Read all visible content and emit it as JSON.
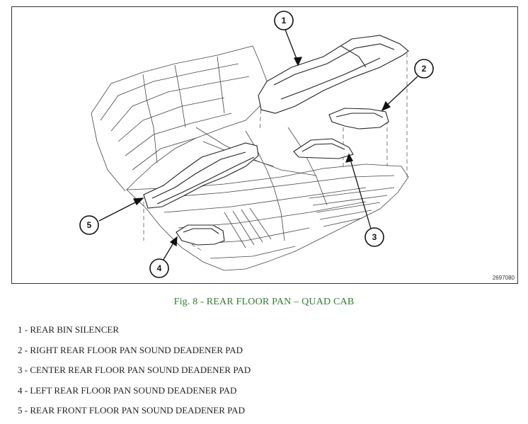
{
  "figure": {
    "id_tag": "2697080",
    "caption": "Fig. 8 - REAR FLOOR PAN – QUAD CAB",
    "callouts": [
      "1",
      "2",
      "3",
      "4",
      "5"
    ]
  },
  "legend": [
    "1 - REAR BIN SILENCER",
    "2 - RIGHT REAR FLOOR PAN SOUND DEADENER PAD",
    "3 - CENTER REAR FLOOR PAN SOUND DEADENER PAD",
    "4 - LEFT REAR FLOOR PAN SOUND DEADENER PAD",
    "5 - REAR FRONT FLOOR PAN SOUND DEADENER PAD"
  ],
  "colors": {
    "caption": "#2e7d32",
    "line": "#333333",
    "border": "#333333"
  }
}
